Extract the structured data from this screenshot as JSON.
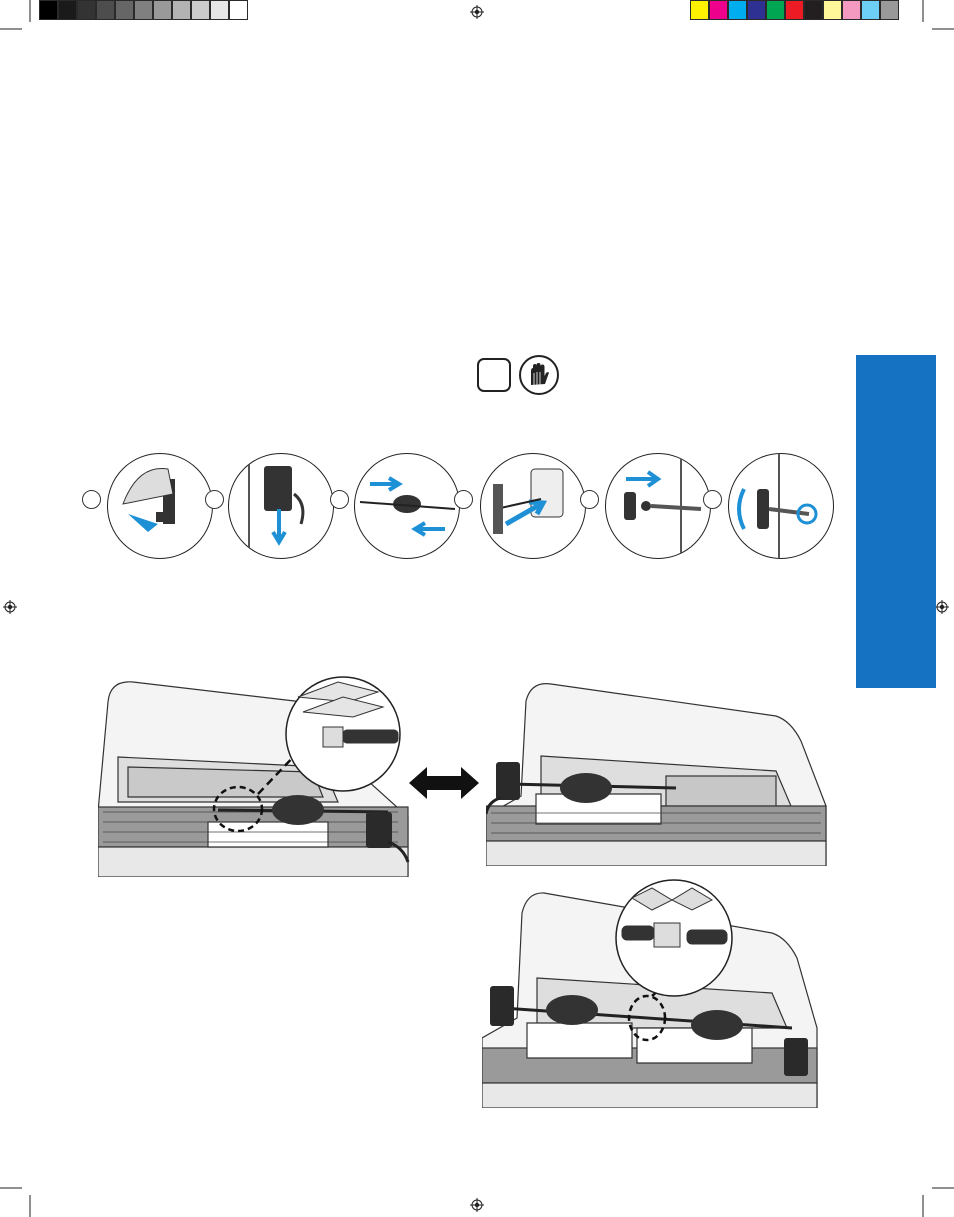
{
  "print_marks": {
    "grayscale_swatches": [
      "#000000",
      "#1a1a1a",
      "#333333",
      "#4d4d4d",
      "#666666",
      "#808080",
      "#999999",
      "#b3b3b3",
      "#cccccc",
      "#e6e6e6",
      "#ffffff"
    ],
    "color_swatches": [
      "#fff200",
      "#ec008c",
      "#00aeef",
      "#2e3192",
      "#00a651",
      "#ed1c24",
      "#231f20",
      "#fff799",
      "#f49ac1",
      "#6dcff6",
      "#999999"
    ]
  },
  "side_tab": {
    "color": "#1571c2"
  },
  "accent_color": "#1e90d6",
  "icons": {
    "safety_box": "square-outline-icon",
    "gloves": "heat-resistant-gloves-icon"
  },
  "steps": [
    {
      "number": "",
      "icon": "mount-bracket-illustration"
    },
    {
      "number": "",
      "icon": "motor-slide-down-illustration"
    },
    {
      "number": "",
      "icon": "spit-forks-illustration"
    },
    {
      "number": "",
      "icon": "spit-into-motor-illustration"
    },
    {
      "number": "",
      "icon": "handle-attach-illustration"
    },
    {
      "number": "",
      "icon": "tighten-collar-illustration"
    }
  ],
  "figures": [
    {
      "icon": "grill-rotisserie-left-motor-illustration"
    },
    {
      "icon": "swap-direction-arrow-icon"
    },
    {
      "icon": "grill-rotisserie-right-motor-illustration"
    },
    {
      "icon": "grill-dual-rotisserie-illustration"
    }
  ]
}
